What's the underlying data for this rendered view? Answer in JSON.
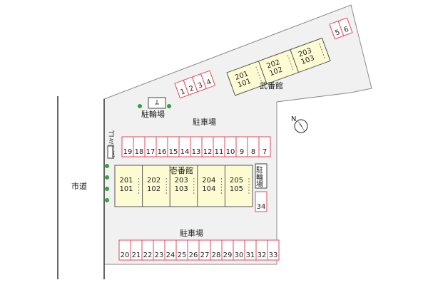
{
  "road_label": "市道",
  "colors": {
    "lot_fill": "#f1f1f1",
    "lot_outline": "#8a8a8a",
    "space_outline": "#e04a5e",
    "space_fill": "#ffffff",
    "building_fill": "#fdfbd2",
    "building_outline": "#555555",
    "tree": "#2ea43a",
    "ink": "#222222"
  },
  "labels": {
    "parking_north": "駐車場",
    "parking_south": "駐車場",
    "bike_west": "駐輪場",
    "bike_east": "駐輪場",
    "garbage": "ゴミ置場",
    "building_1": "壱番館",
    "building_2": "武番館",
    "north": "N"
  },
  "parking_spaces": {
    "top_left": [
      "1",
      "2",
      "3",
      "4"
    ],
    "top_right": [
      "5",
      "6"
    ],
    "row_north": [
      "19",
      "18",
      "17",
      "16",
      "15",
      "14",
      "13",
      "12",
      "11",
      "10",
      "9",
      "8",
      "7"
    ],
    "row_south": [
      "20",
      "21",
      "22",
      "23",
      "24",
      "25",
      "26",
      "27",
      "28",
      "29",
      "30",
      "31",
      "32",
      "33"
    ],
    "single": "34"
  },
  "units_building_1": [
    {
      "upper": "201",
      "lower": "101"
    },
    {
      "upper": "202",
      "lower": "102"
    },
    {
      "upper": "203",
      "lower": "103"
    },
    {
      "upper": "204",
      "lower": "104"
    },
    {
      "upper": "205",
      "lower": "105"
    }
  ],
  "units_building_2": [
    {
      "upper": "201",
      "lower": "101"
    },
    {
      "upper": "202",
      "lower": "102"
    },
    {
      "upper": "203",
      "lower": "103"
    }
  ]
}
